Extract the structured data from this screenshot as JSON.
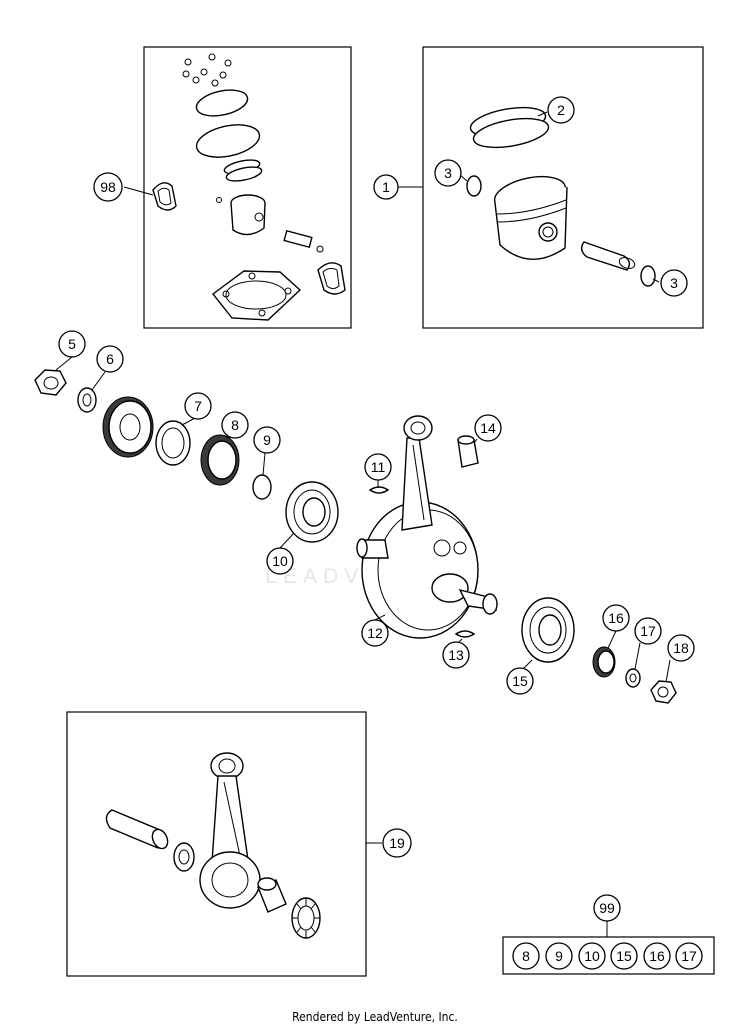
{
  "watermark": "LEADVENTURE",
  "footer": "Rendered by LeadVenture, Inc.",
  "callouts": {
    "c98": "98",
    "c1": "1",
    "c2": "2",
    "c3a": "3",
    "c3b": "3",
    "c5": "5",
    "c6": "6",
    "c7": "7",
    "c8": "8",
    "c9": "9",
    "c10": "10",
    "c11": "11",
    "c12": "12",
    "c13": "13",
    "c14": "14",
    "c15": "15",
    "c16": "16",
    "c17": "17",
    "c18": "18",
    "c19": "19",
    "c99": "99"
  },
  "kit_99_items": [
    "8",
    "9",
    "10",
    "15",
    "16",
    "17"
  ]
}
